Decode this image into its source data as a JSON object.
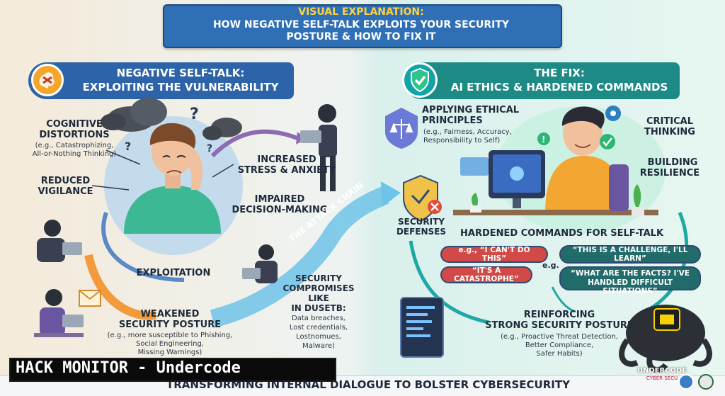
{
  "header": {
    "kicker": "VISUAL EXPLANATION:",
    "title_line1": "HOW NEGATIVE SELF-TALK EXPLOITS YOUR SECURITY",
    "title_line2": "POSTURE & HOW TO FIX IT"
  },
  "left_panel": {
    "title_line1": "NEGATIVE SELF-TALK:",
    "title_line2": "EXPLOITING THE VULNERABILITY",
    "cognitive": {
      "title_line1": "COGNITIVE",
      "title_line2": "DISTORTIONS",
      "note_line1": "(e.g., Catastrophizing,",
      "note_line2": "All-or-Nothing Thinking)"
    },
    "reduced_line1": "REDUCED",
    "reduced_line2": "VIGILANCE",
    "stress_line1": "INCREASED",
    "stress_line2": "STRESS & ANXIETY",
    "impaired_line1": "IMPAIRED",
    "impaired_line2": "DECISION-MAKING",
    "exploitation": "EXPLOITATION",
    "weakened": {
      "title_line1": "WEAKENED",
      "title_line2": "SECURITY POSTURE",
      "note_line1": "(e.g., more susceptible to Phishing,",
      "note_line2": "Social Engineering,",
      "note_line3": "Missing Warnings)"
    },
    "compromises": {
      "title_line1": "SECURITY",
      "title_line2": "COMPROMISES",
      "title_line3": "LIKE",
      "title_line4": "IN DUSETB:",
      "item1": "Data breaches,",
      "item2": "Lost credentials,",
      "item3": "Lostnomues,",
      "item4": "Malware)"
    },
    "attack_chain": "THE ATTACK CHAIN"
  },
  "right_panel": {
    "title_line1": "THE FIX:",
    "title_line2": "AI ETHICS & HARDENED COMMANDS",
    "ethical": {
      "title_line1": "APPLYING ETHICAL",
      "title_line2": "PRINCIPLES",
      "note_line1": "(e.g., Fairness, Accuracy,",
      "note_line2": "Responsibility to Self)"
    },
    "critical_line1": "CRITICAL",
    "critical_line2": "THINKING",
    "resilience_line1": "BUILDING",
    "resilience_line2": "RESILIENCE",
    "defenses_line1": "SECURITY",
    "defenses_line2": "DEFENSES",
    "hardened_title": "HARDENED COMMANDS FOR SELF-TALK",
    "neg1": "e.g., “I CAN'T DO THIS”",
    "neg2": "“IT'S A CATASTROPHE”",
    "eg": "e.g.",
    "pos1": "“THIS IS A CHALLENGE, I'LL LEARN”",
    "pos2_line1": "“WHAT ARE THE FACTS? I'VE",
    "pos2_line2": "HANDLED DIFFICULT SITUATIONS”",
    "reinforcing": {
      "title_line1": "REINFORCING",
      "title_line2": "STRONG SECURITY POSTURE",
      "note_line1": "(e.g., Proactive Threat Detection,",
      "note_line2": "Better Compliance,",
      "note_line3": "Safer Habits)"
    }
  },
  "footer": {
    "banner": "HACK MONITOR - Undercode",
    "tagline": "TRANSFORMING INTERNAL DIALOGUE TO BOLSTER CYBERSECURITY",
    "logo_line1": "UNDERCODE",
    "logo_line2": "CYBER SECU"
  }
}
